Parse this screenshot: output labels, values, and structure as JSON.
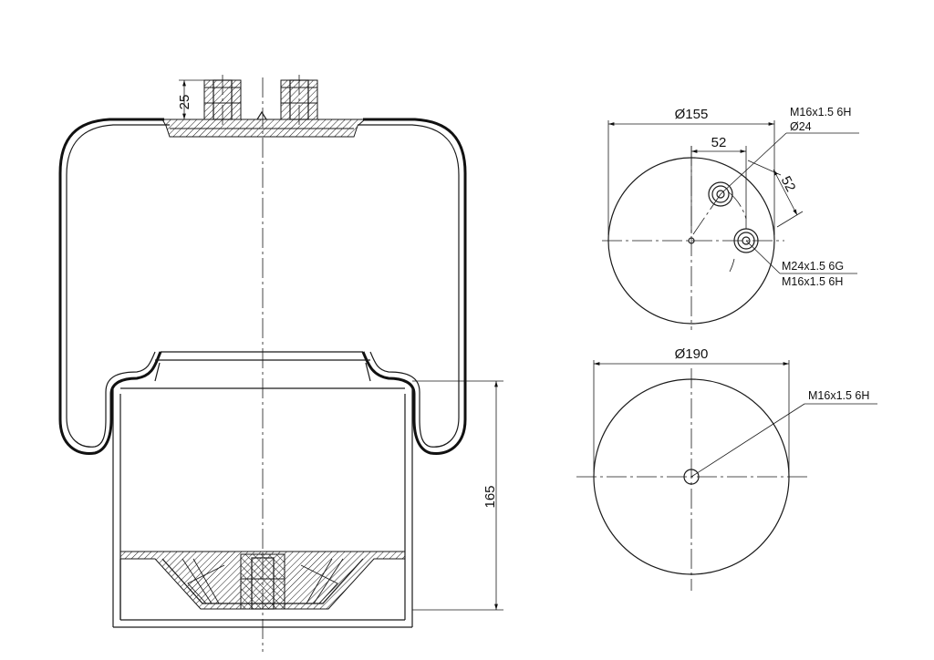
{
  "side_view": {
    "dim_height_top": "25",
    "dim_height_piston": "165"
  },
  "top_view": {
    "dim_diameter": "Ø155",
    "dim_x_offset": "52",
    "dim_y_offset": "52",
    "callout_1_line1": "M16x1.5 6H",
    "callout_1_line2": "Ø24",
    "callout_2_line1": "M24x1.5 6G",
    "callout_2_line2": "M16x1.5 6H"
  },
  "bottom_view": {
    "dim_diameter": "Ø190",
    "callout_1": "M16x1.5 6H"
  }
}
